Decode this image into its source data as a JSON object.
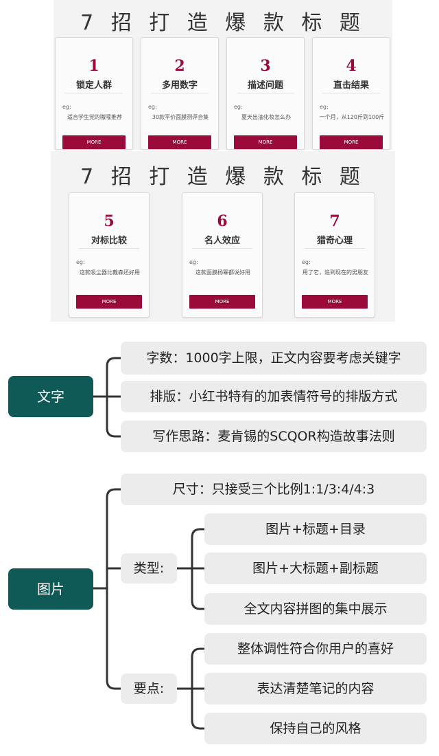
{
  "panel1": {
    "title": "7 招 打 造 爆 款 标 题",
    "cards": [
      {
        "num": "1",
        "title": "锁定人群",
        "eg": "eg:",
        "text": "适合学生党的嗷嚯推荐",
        "more": "MORE"
      },
      {
        "num": "2",
        "title": "多用数字",
        "eg": "eg:",
        "text": "30款平价面膜测评合集",
        "more": "MORE"
      },
      {
        "num": "3",
        "title": "描述问题",
        "eg": "eg:",
        "text": "夏天出油化妆怎么办",
        "more": "MORE"
      },
      {
        "num": "4",
        "title": "直击结果",
        "eg": "eg:",
        "text": "一个月，从120斤到100斤",
        "more": "MORE"
      }
    ]
  },
  "panel2": {
    "title": "7 招 打 造 爆 款 标 题",
    "cards": [
      {
        "num": "5",
        "title": "对标比较",
        "eg": "eg:",
        "text": "这款吸尘器比戴森还好用",
        "more": "MORE"
      },
      {
        "num": "6",
        "title": "名人效应",
        "eg": "eg:",
        "text": "这款面膜杨幂都说好用",
        "more": "MORE"
      },
      {
        "num": "7",
        "title": "猎奇心理",
        "eg": "eg:",
        "text": "用了它，追到现在的男朋友",
        "more": "MORE"
      }
    ]
  },
  "mindmap": {
    "text_branch": {
      "label": "文字",
      "children": [
        "字数：1000字上限，正文内容要考虑关键字",
        "排版：小红书特有的加表情符号的排版方式",
        "写作思路：麦肯锡的SCQOR构造故事法则"
      ]
    },
    "image_branch": {
      "label": "图片",
      "size": "尺寸：只接受三个比例1:1/3:4/4:3",
      "types": {
        "label": "类型:",
        "children": [
          "图片+标题+目录",
          "图片+大标题+副标题",
          "全文内容拼图的集中展示"
        ]
      },
      "points": {
        "label": "要点:",
        "children": [
          "整体调性符合你用户的喜好",
          "表达清楚笔记的内容",
          "保持自己的风格"
        ]
      }
    },
    "colors": {
      "root": "#0f5a57",
      "node": "#ececec",
      "accent": "#9b0b3a",
      "line": "#333333"
    }
  }
}
